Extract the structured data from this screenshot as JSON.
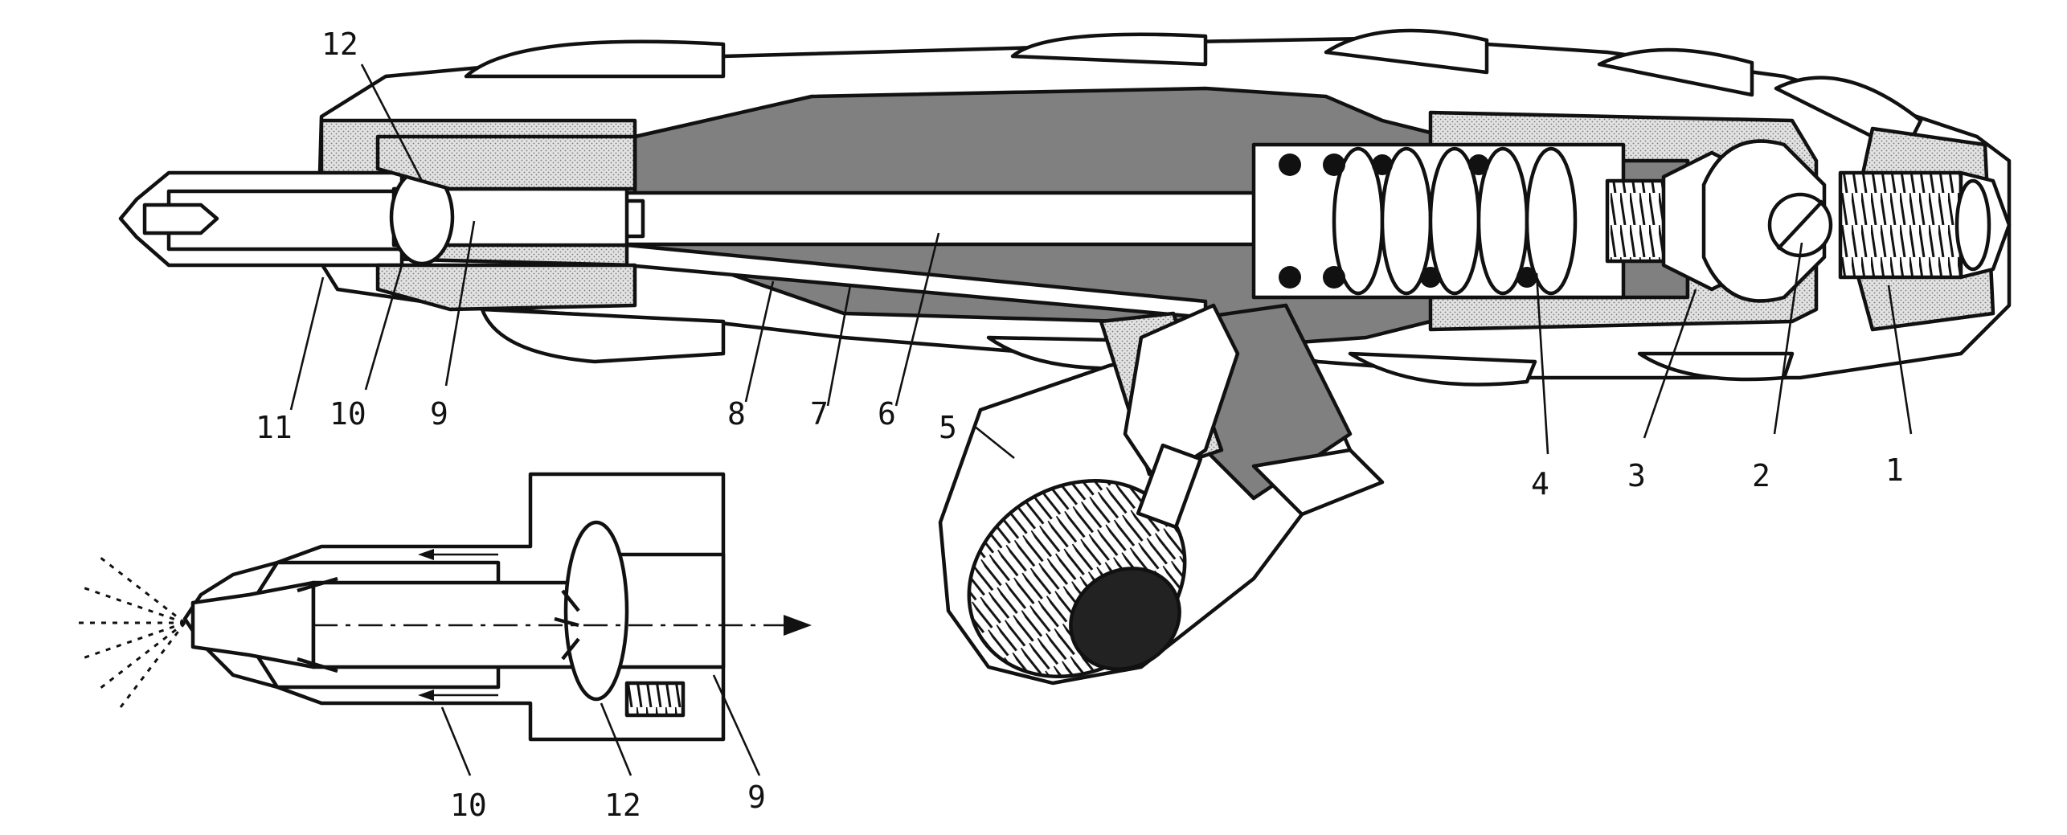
{
  "colors": {
    "outline": "#111111",
    "section_fill": "#808080",
    "stipple_fill": "#d6d6d6",
    "body_fill": "#ffffff"
  },
  "top_labels": [
    "1",
    "2",
    "3",
    "4",
    "5",
    "6",
    "7",
    "8",
    "9",
    "10",
    "11",
    "12"
  ],
  "detail_labels": [
    "9",
    "10",
    "12"
  ]
}
